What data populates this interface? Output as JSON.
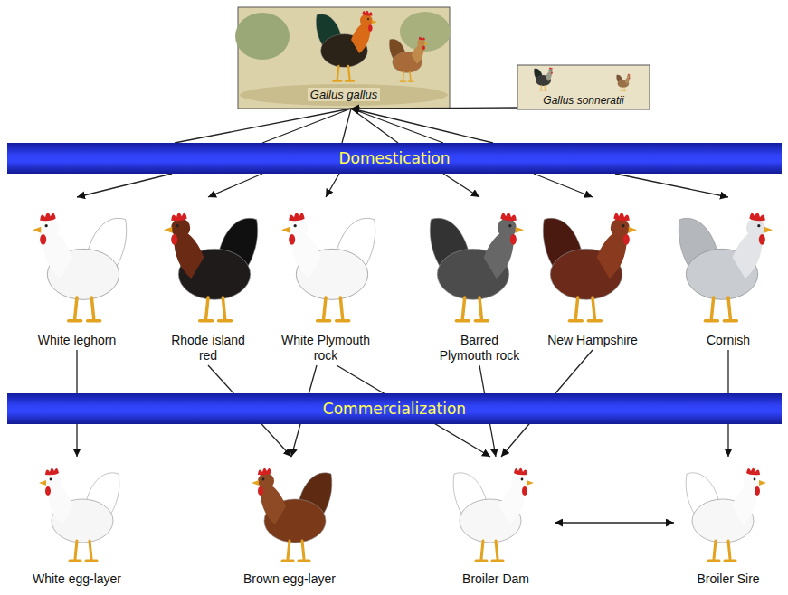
{
  "diagram": {
    "nodes": [
      {
        "text": [
          "Gallus gallus"
        ]
      },
      {
        "text": [
          "Gallus sonneratii"
        ]
      },
      {
        "text": [
          "Domestication"
        ]
      },
      {
        "text": [
          "White leghorn"
        ]
      },
      {
        "text": [
          "Rhode island red"
        ]
      },
      {
        "text": [
          "White Plymouth rock"
        ]
      },
      {
        "text": [
          "Barred Plymouth rock"
        ]
      },
      {
        "text": [
          "New Hampshire"
        ]
      },
      {
        "text": [
          "Cornish"
        ]
      },
      {
        "text": [
          "Commercialization"
        ]
      },
      {
        "text": [
          "White egg-layer"
        ]
      },
      {
        "text": [
          "Brown egg-layer"
        ]
      },
      {
        "text": [
          "Broiler Dam"
        ]
      },
      {
        "text": [
          "Broiler Sire"
        ]
      }
    ],
    "edges": [
      {
        "from": 1,
        "to": 0,
        "arrow": "to"
      },
      {
        "from": 2,
        "to": 0,
        "arrow": "to"
      },
      {
        "from": 2,
        "to": 3,
        "arrow": "to"
      },
      {
        "from": 2,
        "to": 4,
        "arrow": "to"
      },
      {
        "from": 2,
        "to": 5,
        "arrow": "to"
      },
      {
        "from": 2,
        "to": 6,
        "arrow": "to"
      },
      {
        "from": 2,
        "to": 7,
        "arrow": "to"
      },
      {
        "from": 2,
        "to": 8,
        "arrow": "to"
      },
      {
        "from": 3,
        "to": 10,
        "arrow": "to"
      },
      {
        "from": 4,
        "to": 11,
        "arrow": "to"
      },
      {
        "from": 5,
        "to": 11,
        "arrow": "to"
      },
      {
        "from": 5,
        "to": 12,
        "arrow": "to"
      },
      {
        "from": 6,
        "to": 12,
        "arrow": "to"
      },
      {
        "from": 7,
        "to": 12,
        "arrow": "to"
      },
      {
        "from": 8,
        "to": 13,
        "arrow": "to"
      },
      {
        "from": 12,
        "to": 13,
        "arrow": "both"
      }
    ]
  }
}
